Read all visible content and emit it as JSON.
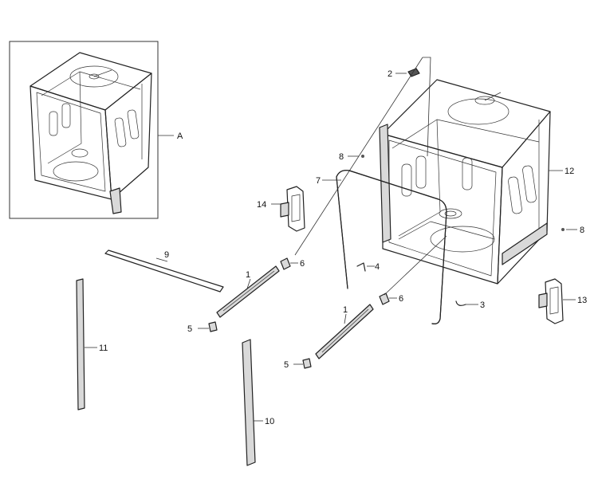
{
  "labels": {
    "A": "A",
    "p1a": "1",
    "p1b": "1",
    "p2": "2",
    "p3": "3",
    "p4": "4",
    "p5a": "5",
    "p5b": "5",
    "p6a": "6",
    "p6b": "6",
    "p7": "7",
    "p8a": "8",
    "p8b": "8",
    "p9": "9",
    "p10": "10",
    "p11": "11",
    "p12": "12",
    "p13": "13",
    "p14": "14"
  }
}
